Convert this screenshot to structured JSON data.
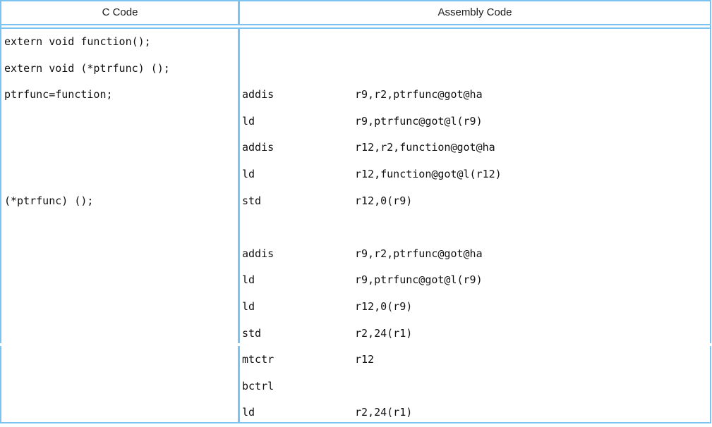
{
  "table": {
    "headers": {
      "c_code": "C Code",
      "assembly_code": "Assembly Code"
    },
    "border_color": "#7cc3f2",
    "c_code_lines": [
      "extern void function();",
      "extern void (*ptrfunc) ();",
      "ptrfunc=function;",
      "",
      "",
      "",
      "(*ptrfunc) ();",
      "",
      "",
      "",
      "",
      "",
      ""
    ],
    "assembly_lines": [
      {
        "mnemonic": "",
        "operands": ""
      },
      {
        "mnemonic": "",
        "operands": ""
      },
      {
        "mnemonic": "addis",
        "operands": "r9,r2,ptrfunc@got@ha"
      },
      {
        "mnemonic": "ld",
        "operands": "r9,ptrfunc@got@l(r9)"
      },
      {
        "mnemonic": "addis",
        "operands": "r12,r2,function@got@ha"
      },
      {
        "mnemonic": "ld",
        "operands": "r12,function@got@l(r12)"
      },
      {
        "mnemonic": "std",
        "operands": "r12,0(r9)"
      },
      {
        "mnemonic": "",
        "operands": ""
      },
      {
        "mnemonic": "addis",
        "operands": "r9,r2,ptrfunc@got@ha"
      },
      {
        "mnemonic": "ld",
        "operands": "r9,ptrfunc@got@l(r9)"
      },
      {
        "mnemonic": "ld",
        "operands": "r12,0(r9)"
      },
      {
        "mnemonic": "std",
        "operands": "r2,24(r1)"
      },
      {
        "mnemonic": "mtctr",
        "operands": "r12"
      },
      {
        "mnemonic": "bctrl",
        "operands": ""
      },
      {
        "mnemonic": "ld",
        "operands": "r2,24(r1)"
      }
    ]
  }
}
